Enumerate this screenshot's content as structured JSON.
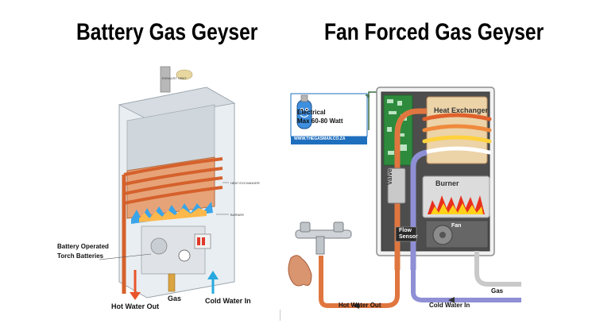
{
  "titles": {
    "left": "Battery Gas Geyser",
    "right": "Fan Forced Gas Geyser"
  },
  "left_diagram": {
    "exhaust_vent": "EXHAUST VENT",
    "heat_exchanger": "HEAT EXCHANGER",
    "burner": "BURNER",
    "battery_line1": "Battery Operated",
    "battery_line2": "Torch Batteries",
    "hot_water_out": "Hot Water Out",
    "gas": "Gas",
    "cold_water_in": "Cold Water In"
  },
  "right_diagram": {
    "electrical_line1": "Electrical",
    "electrical_line2": "Max 60-80 Watt",
    "logo_url": "WWW.THEGASMAN.CO.ZA",
    "heat_exchanger": "Heat Exchanger",
    "burner": "Burner",
    "valve": "Valve",
    "flow_line1": "Flow",
    "flow_line2": "Sensor",
    "fan": "Fan",
    "gas": "Gas",
    "hot_water_out": "Hot Water Out",
    "cold_water_in": "Cold Water In"
  },
  "colors": {
    "hot_pipe": "#e0763f",
    "cold_pipe": "#8f8fd6",
    "gas_pipe": "#c9c9c9",
    "flame_red": "#e8301c",
    "flame_yellow": "#ffd21a",
    "circuit_green": "#2e8b3d",
    "hot_arrow": "#e8552b",
    "cold_arrow": "#26a8df"
  }
}
